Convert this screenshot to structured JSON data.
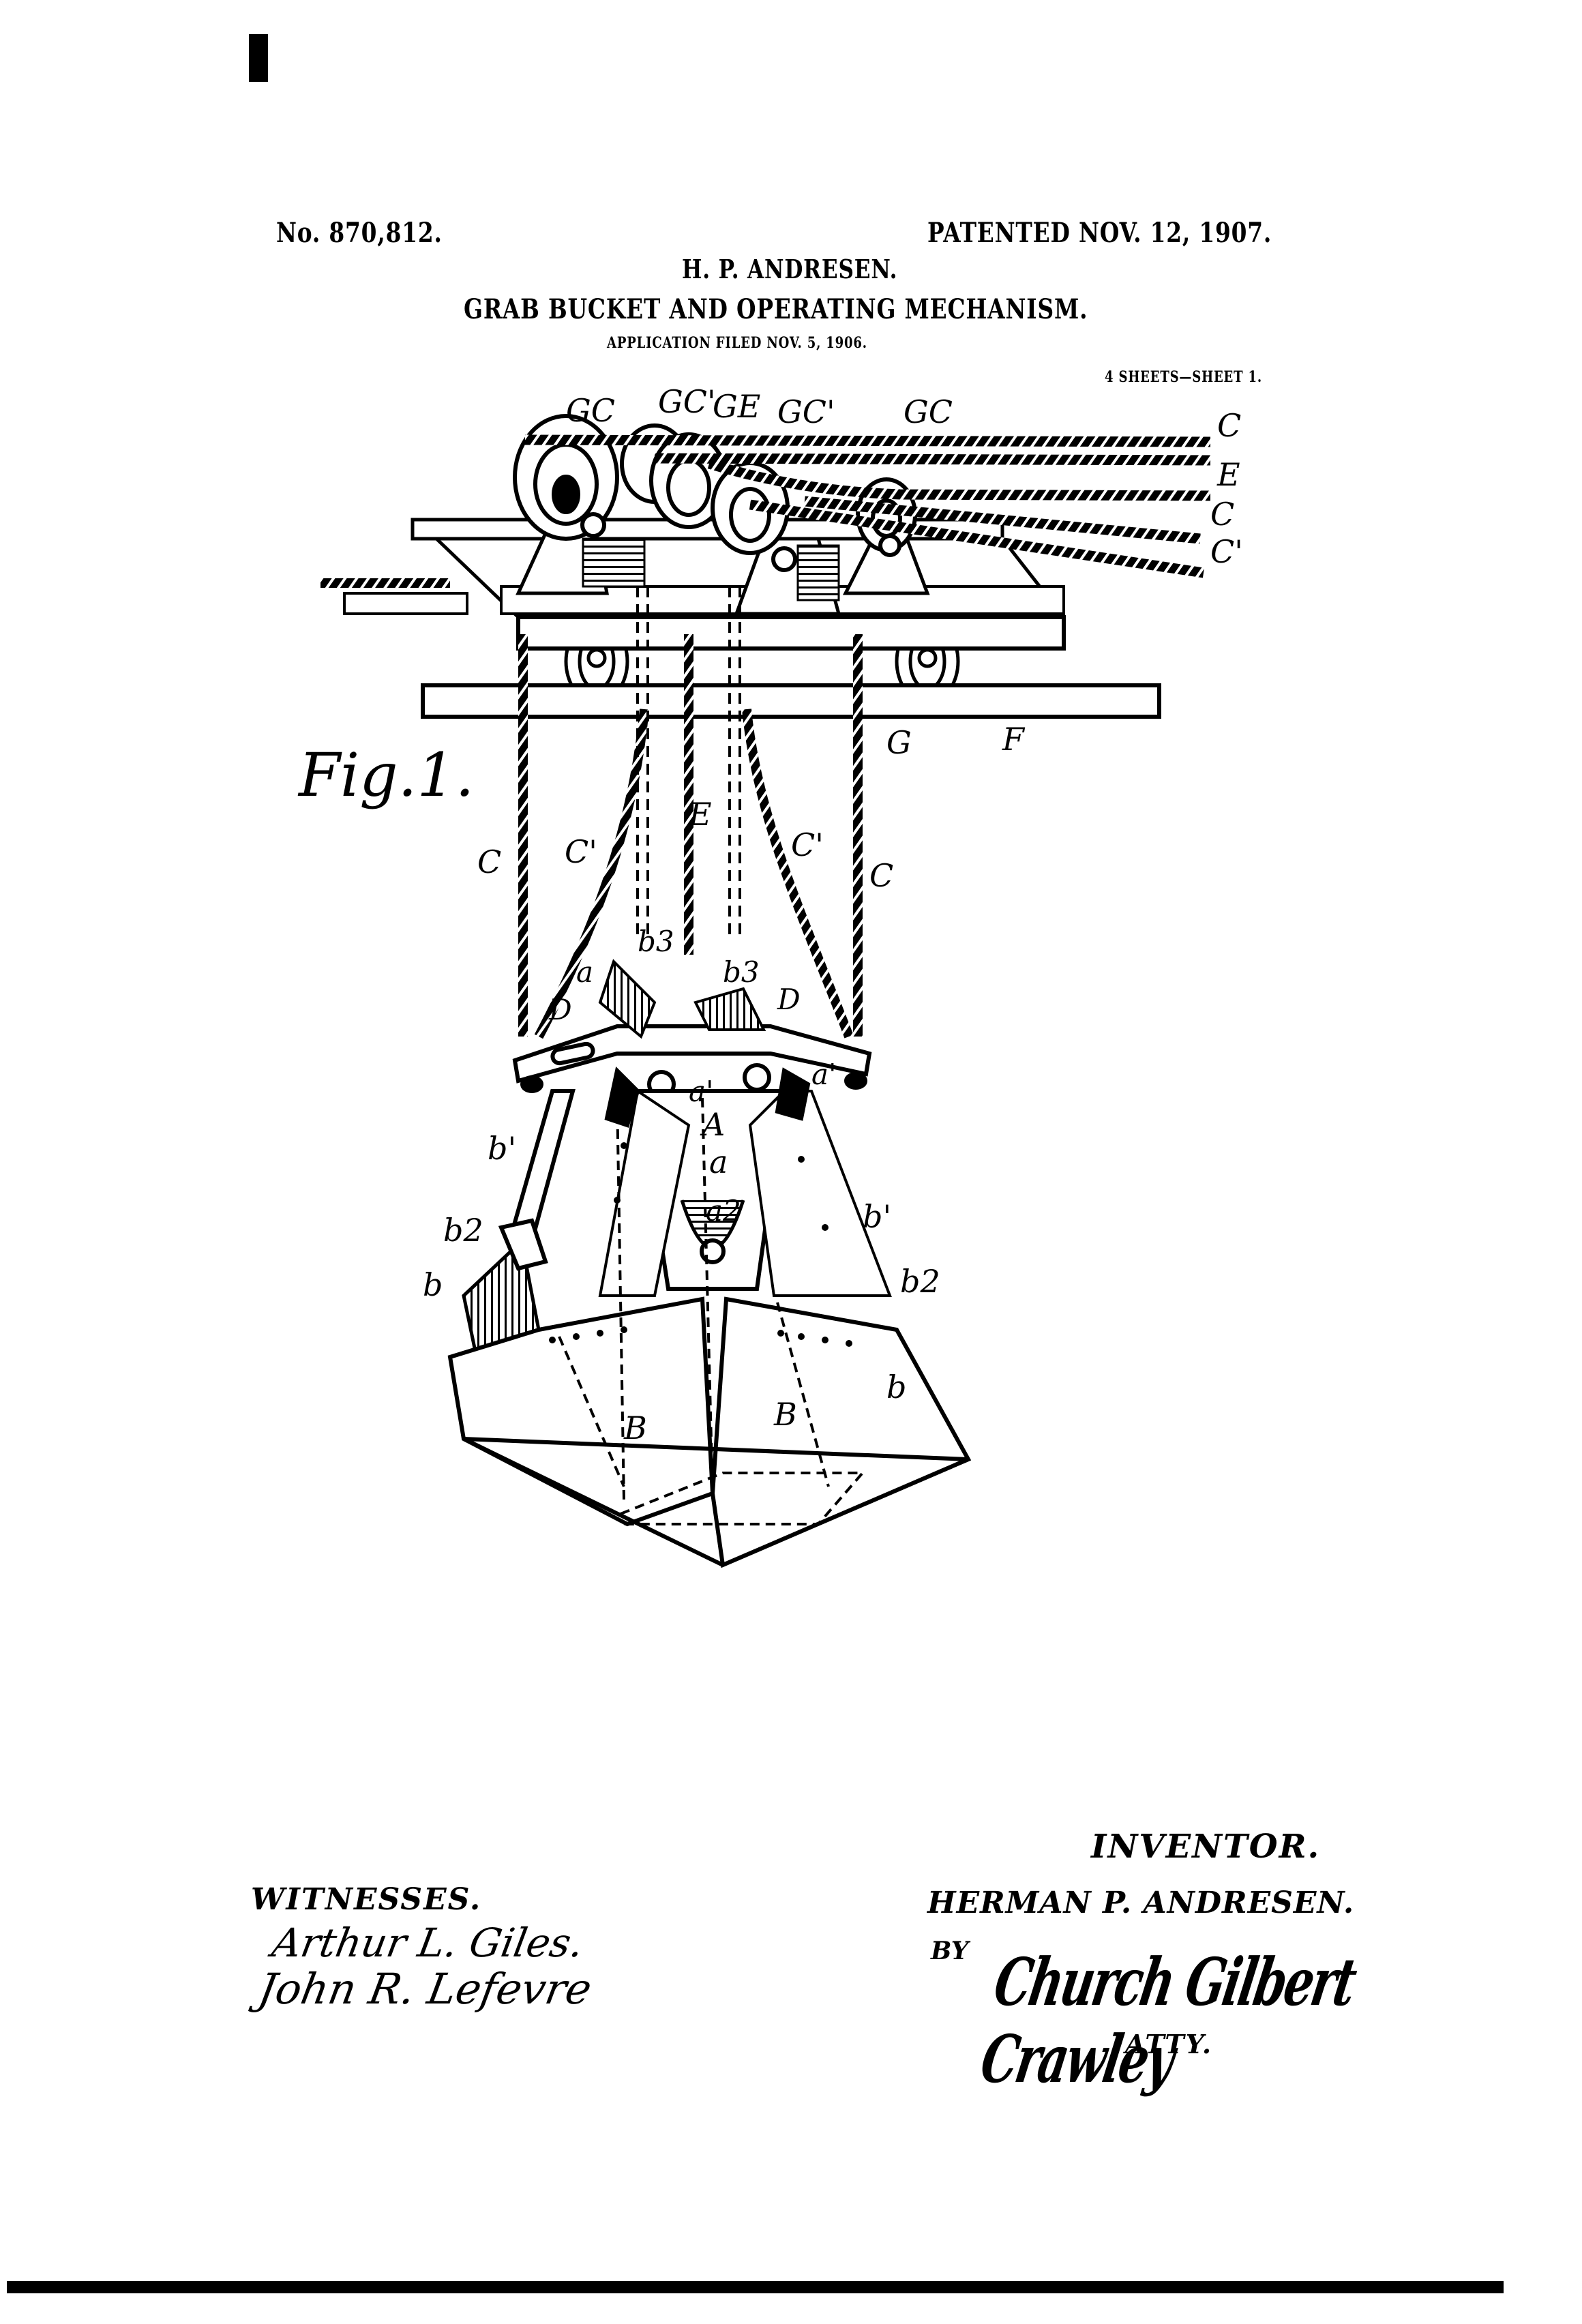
{
  "header": {
    "patent_number": "No. 870,812.",
    "patented_date": "PATENTED NOV. 12, 1907.",
    "inventor_short": "H. P. ANDRESEN.",
    "title": "GRAB BUCKET AND OPERATING MECHANISM.",
    "application_filed": "APPLICATION FILED NOV. 5, 1906.",
    "sheet_info": "4 SHEETS—SHEET 1."
  },
  "figure": {
    "label": "Fig.1.",
    "reference_labels": {
      "sheaves": [
        "GC",
        "GC'",
        "GE",
        "GC'",
        "GC"
      ],
      "cables_right": [
        "C",
        "E",
        "C",
        "C'"
      ],
      "frame": [
        "G",
        "F"
      ],
      "cables_mid": [
        "C",
        "C'",
        "E",
        "C'",
        "C"
      ],
      "mechanism": [
        "b3",
        "b3",
        "a",
        "D",
        "D",
        "a'",
        "a'"
      ],
      "bucket_upper": [
        "A",
        "a",
        "a2",
        "b'",
        "b'",
        "b2",
        "b2",
        "b"
      ],
      "bucket_lower": [
        "B",
        "B",
        "b"
      ]
    }
  },
  "signatures": {
    "witnesses_label": "WITNESSES.",
    "witness_1": "Arthur L. Giles.",
    "witness_2": "John R. Lefevre",
    "inventor_label": "INVENTOR.",
    "inventor_name": "HERMAN P. ANDRESEN.",
    "by_label": "BY",
    "attorney_signature": "Church Gilbert Crawley",
    "attorney_label": "ATTY."
  },
  "colors": {
    "ink": "#000000",
    "paper": "#ffffff"
  }
}
